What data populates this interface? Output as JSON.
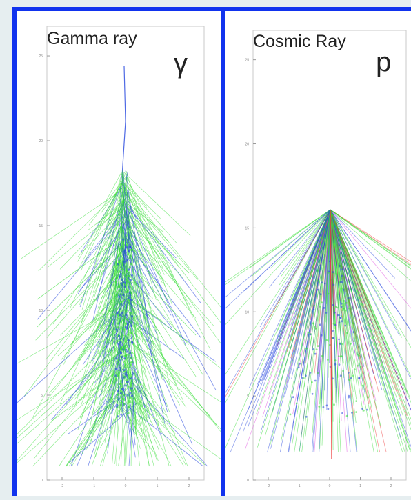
{
  "panels": [
    {
      "title": "Gamma ray",
      "symbol": "γ",
      "y_ticks": [
        "0",
        "5",
        "10",
        "15",
        "20",
        "25"
      ],
      "x_ticks": [
        "-2",
        "-1",
        "0",
        "1",
        "2"
      ]
    },
    {
      "title": "Cosmic Ray",
      "symbol": "p",
      "y_ticks": [
        "0",
        "5",
        "10",
        "15",
        "20",
        "25"
      ],
      "x_ticks": [
        "-2",
        "-1",
        "0",
        "1",
        "2"
      ]
    }
  ],
  "colors": {
    "frame": "#1133ee",
    "track_green": "#33dd33",
    "track_blue": "#2244dd",
    "track_red": "#ee3333",
    "track_magenta": "#dd44dd"
  }
}
